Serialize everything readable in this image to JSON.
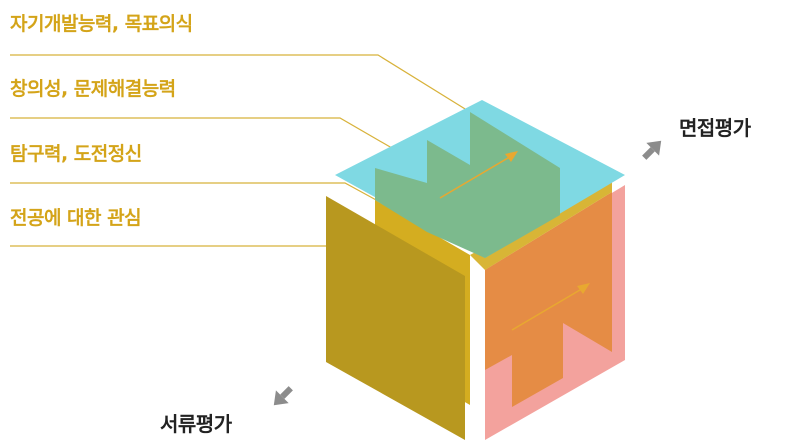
{
  "colors": {
    "label_text": "#d4a419",
    "leader_line": "#d8b23a",
    "eval_text": "#222222",
    "arrow_icon": "#8c8c8c",
    "cyan": "#7fd9e3",
    "green": "#7cba8d",
    "olive": "#b8981f",
    "gold": "#d4ad20",
    "salmon": "#f3a29d",
    "orange": "#e58c45",
    "inner_arrow": "#e8a830"
  },
  "labels": {
    "l1": "자기개발능력, 목표의식",
    "l2": "창의성, 문제해결능력",
    "l3": "탐구력, 도전정신",
    "l4": "전공에 대한 관심"
  },
  "eval": {
    "interview": "면접평가",
    "document": "서류평가"
  }
}
